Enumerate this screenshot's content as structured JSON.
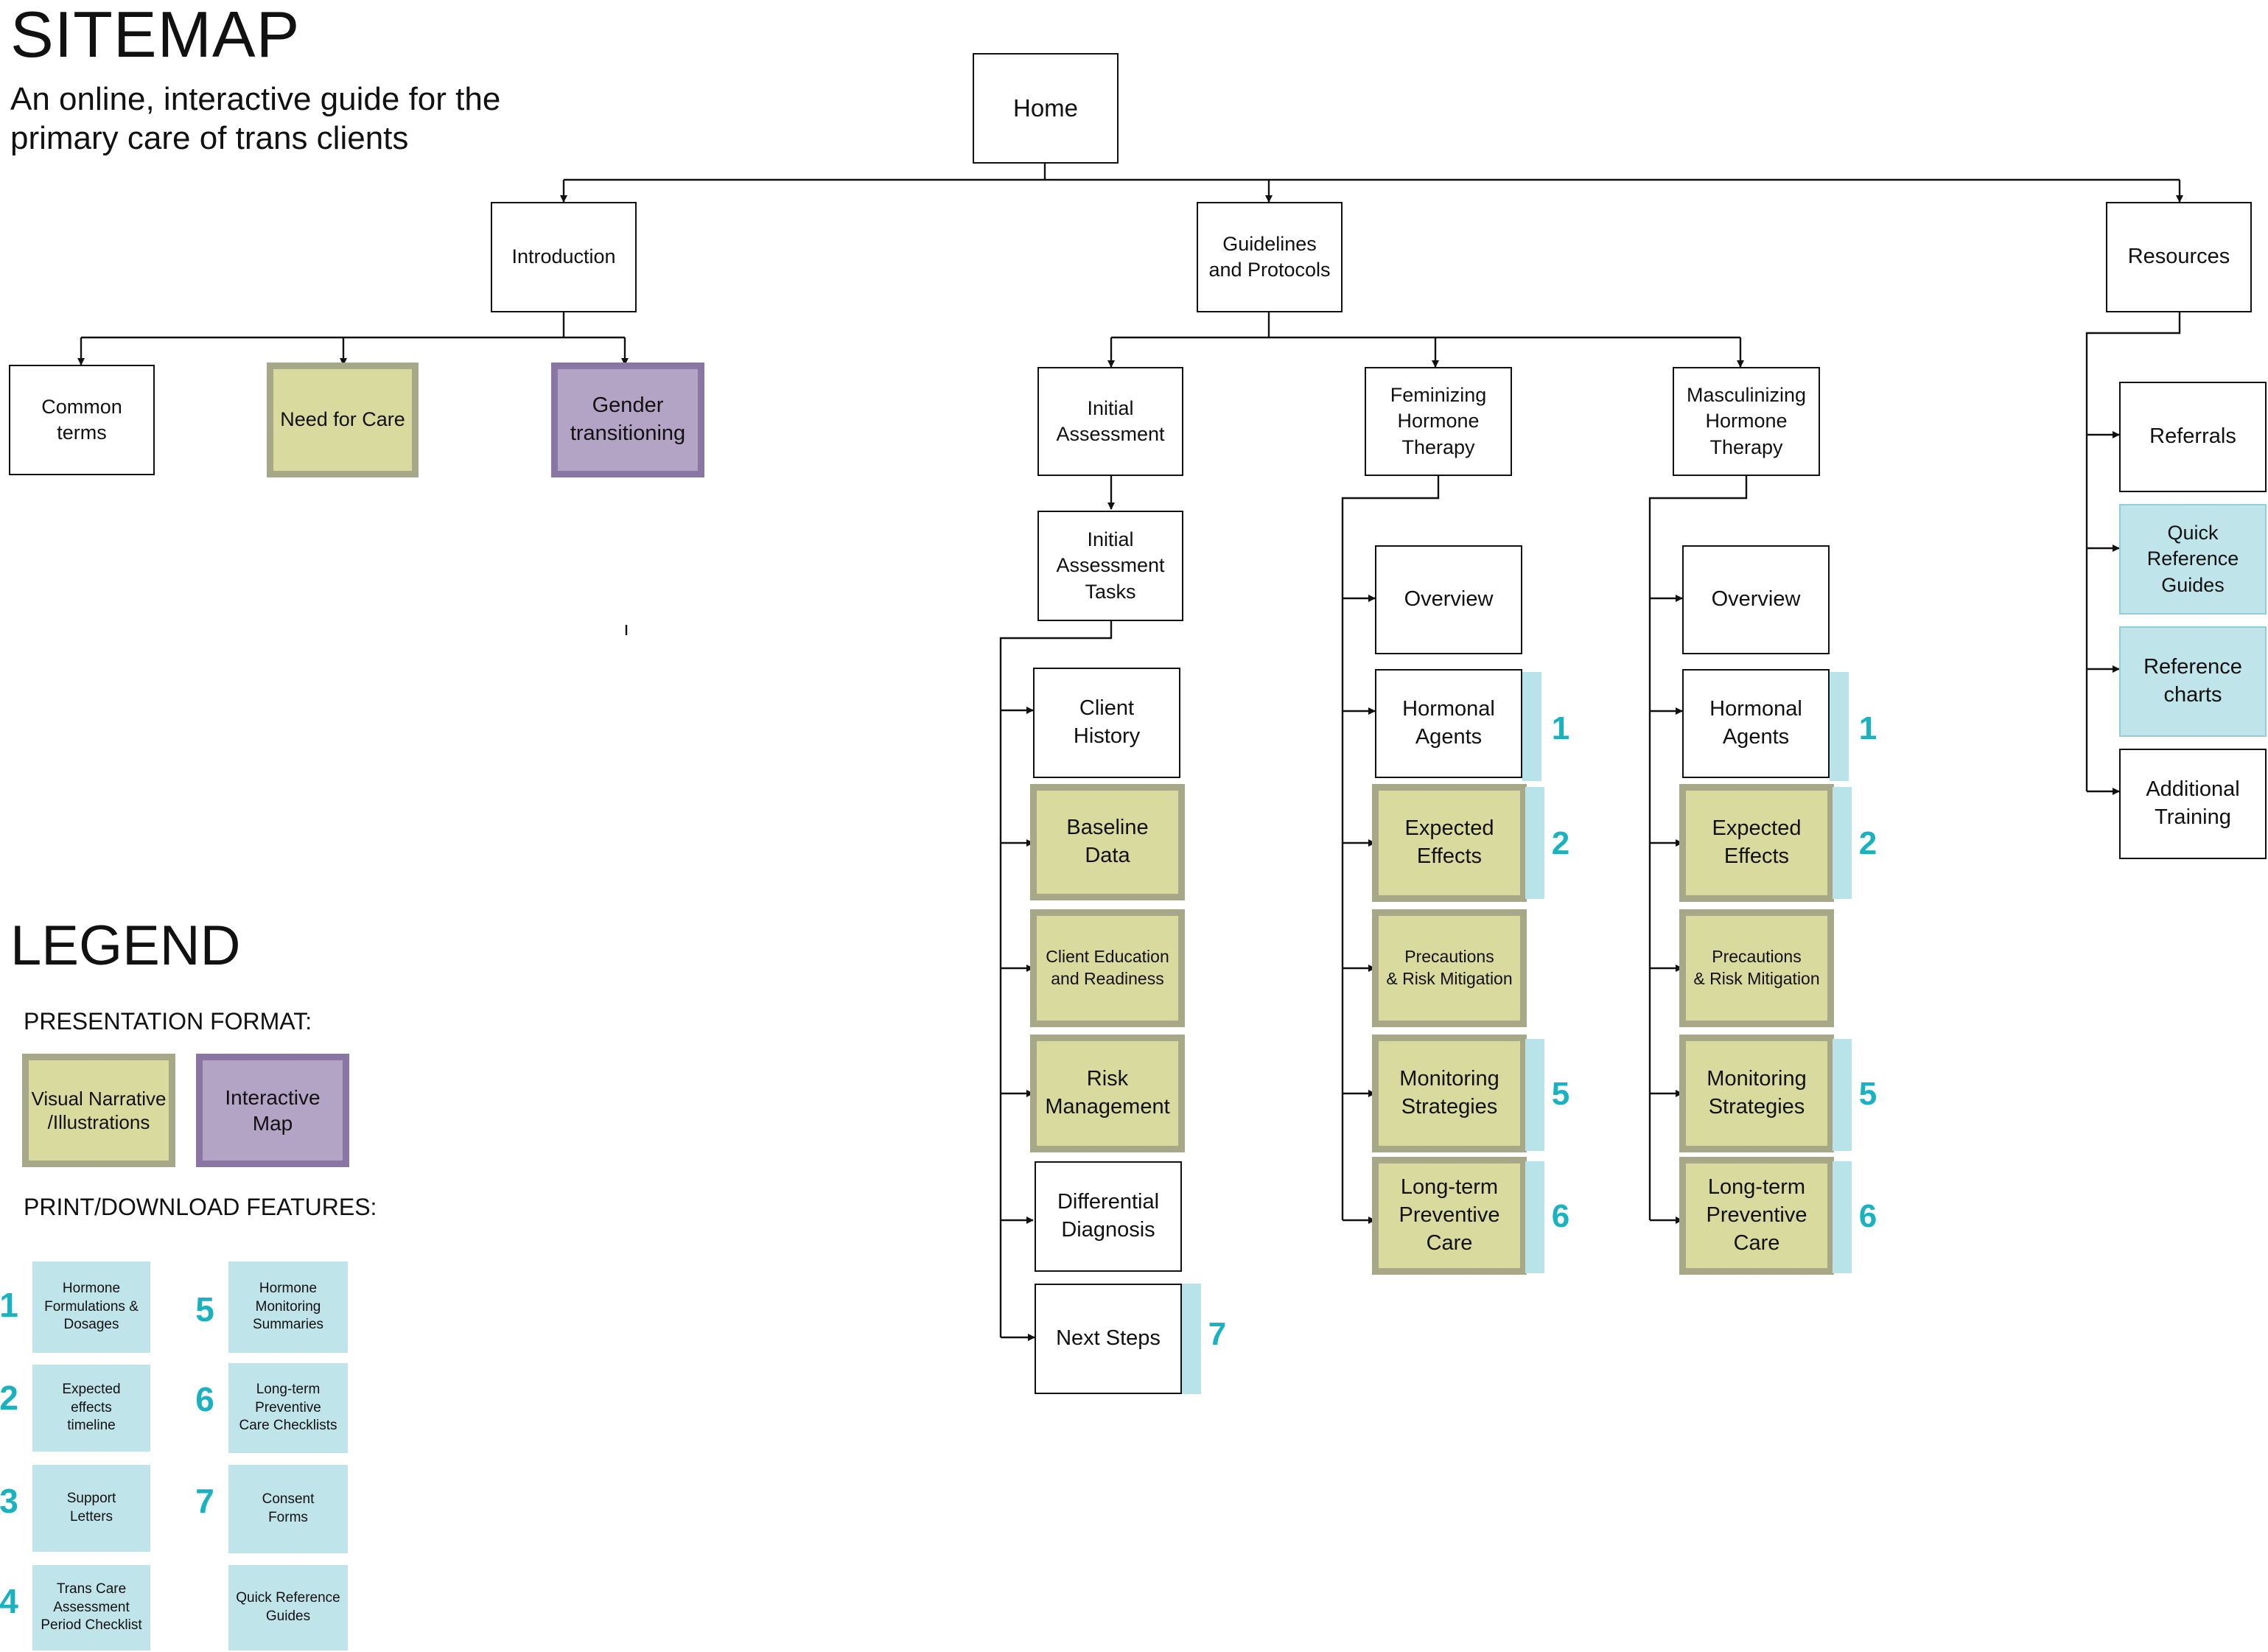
{
  "title": "SITEMAP",
  "subtitle": "An online, interactive guide for the\nprimary care of trans clients",
  "nodes": {
    "home": "Home",
    "introduction": "Introduction",
    "guidelines": "Guidelines\nand Protocols",
    "resources": "Resources",
    "common_terms": "Common\nterms",
    "need_for_care": "Need for Care",
    "gender_transitioning": "Gender\ntransitioning",
    "initial_assessment": "Initial\nAssessment",
    "feminizing": "Feminizing\nHormone\nTherapy",
    "masculinizing": "Masculinizing\nHormone\nTherapy",
    "initial_assessment_tasks": "Initial\nAssessment\nTasks",
    "client_history": "Client\nHistory",
    "baseline_data": "Baseline\nData",
    "client_education": "Client Education\nand Readiness",
    "risk_management": "Risk\nManagement",
    "differential_diagnosis": "Differential\nDiagnosis",
    "next_steps": "Next Steps",
    "overview": "Overview",
    "hormonal_agents": "Hormonal\nAgents",
    "expected_effects": "Expected\nEffects",
    "precautions": "Precautions\n& Risk Mitigation",
    "monitoring": "Monitoring\nStrategies",
    "long_term": "Long-term\nPreventive\nCare",
    "referrals": "Referrals",
    "quick_reference": "Quick\nReference\nGuides",
    "reference_charts": "Reference\ncharts",
    "additional_training": "Additional\nTraining"
  },
  "feature_markers": {
    "hormonal_agents": "1",
    "expected_effects": "2",
    "monitoring": "5",
    "long_term": "6",
    "next_steps": "7"
  },
  "legend": {
    "title": "LEGEND",
    "presentation_heading": "PRESENTATION FORMAT:",
    "visual_narrative": "Visual Narrative\n/Illustrations",
    "interactive_map": "Interactive\nMap",
    "print_heading": "PRINT/DOWNLOAD FEATURES:",
    "features": [
      {
        "num": "1",
        "label": "Hormone\nFormulations &\nDosages"
      },
      {
        "num": "2",
        "label": "Expected\neffects\ntimeline"
      },
      {
        "num": "3",
        "label": "Support\nLetters"
      },
      {
        "num": "4",
        "label": "Trans Care\nAssessment\nPeriod Checklist"
      },
      {
        "num": "5",
        "label": "Hormone\nMonitoring\nSummaries"
      },
      {
        "num": "6",
        "label": "Long-term\nPreventive\nCare Checklists"
      },
      {
        "num": "7",
        "label": "Consent\nForms"
      },
      {
        "num": "",
        "label": "Quick Reference\nGuides"
      }
    ]
  },
  "colors": {
    "visual_narrative": "#d9da9d",
    "interactive_map": "#b3a4c6",
    "quick_reference": "#bfe5ea",
    "feature_number": "#1ab2bf",
    "line": "#111111"
  }
}
